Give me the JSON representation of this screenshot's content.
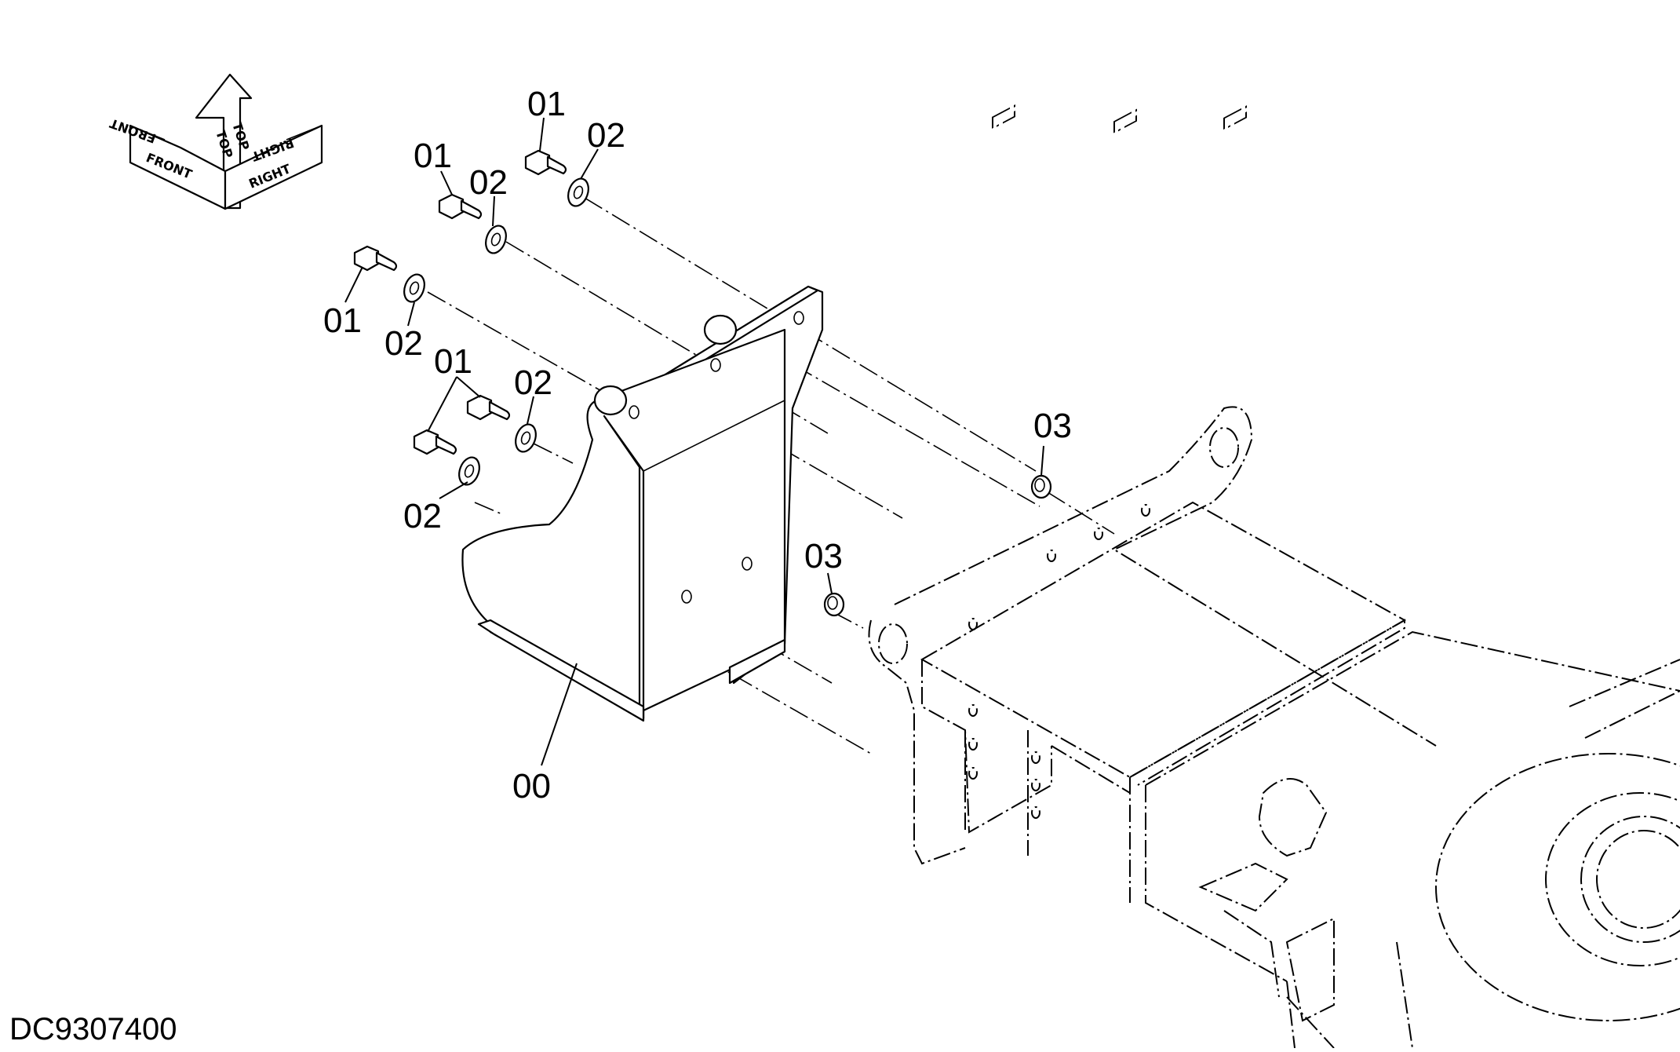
{
  "drawing_code": "DC9307400",
  "orientation": {
    "top": "TOP",
    "front": "FRONT",
    "right": "RIGHT"
  },
  "callouts": [
    {
      "id": "bolt-a",
      "text": "01"
    },
    {
      "id": "washer-a",
      "text": "02"
    },
    {
      "id": "bolt-b",
      "text": "01"
    },
    {
      "id": "washer-b",
      "text": "02"
    },
    {
      "id": "bolt-c",
      "text": "01"
    },
    {
      "id": "washer-c",
      "text": "02"
    },
    {
      "id": "bolt-d",
      "text": "01"
    },
    {
      "id": "washer-d",
      "text": "02"
    },
    {
      "id": "washer-e",
      "text": "02"
    },
    {
      "id": "nut-upper",
      "text": "03"
    },
    {
      "id": "nut-lower",
      "text": "03"
    },
    {
      "id": "bracket",
      "text": "00"
    }
  ]
}
